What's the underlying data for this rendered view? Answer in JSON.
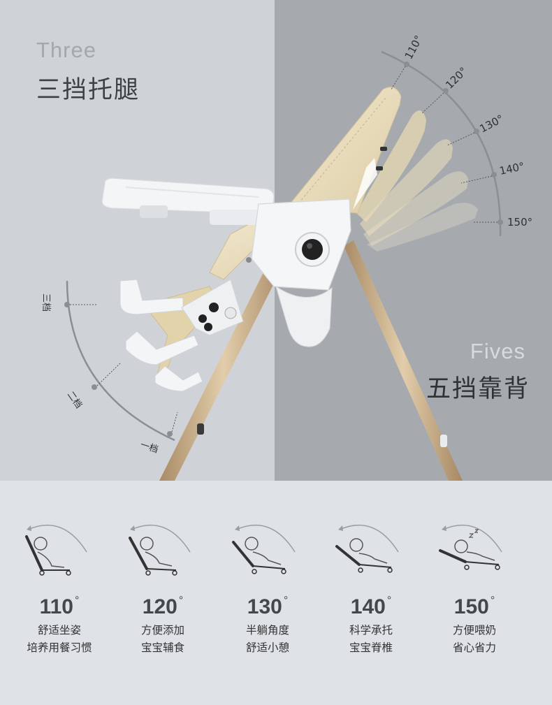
{
  "hero": {
    "legrest": {
      "title_en": "Three",
      "title_zh": "三挡托腿",
      "levels": [
        "三档",
        "二档",
        "一档"
      ]
    },
    "backrest": {
      "title_en": "Fives",
      "title_zh": "五挡靠背",
      "angles": [
        "110°",
        "120°",
        "130°",
        "140°",
        "150°"
      ]
    }
  },
  "positions": [
    {
      "angle": "110",
      "unit": "°",
      "line1": "舒适坐姿",
      "line2": "培养用餐习惯"
    },
    {
      "angle": "120",
      "unit": "°",
      "line1": "方便添加",
      "line2": "宝宝辅食"
    },
    {
      "angle": "130",
      "unit": "°",
      "line1": "半躺角度",
      "line2": "舒适小憩"
    },
    {
      "angle": "140",
      "unit": "°",
      "line1": "科学承托",
      "line2": "宝宝脊椎"
    },
    {
      "angle": "150",
      "unit": "°",
      "line1": "方便喂奶",
      "line2": "省心省力"
    }
  ],
  "colors": {
    "left_panel": "#cfd2d6",
    "right_panel": "#a6aaaf",
    "bottom_panel": "#dfe2e6",
    "seat": "#e9dcb9",
    "leg": "#c7ab86",
    "arc": "#8b8f94"
  }
}
